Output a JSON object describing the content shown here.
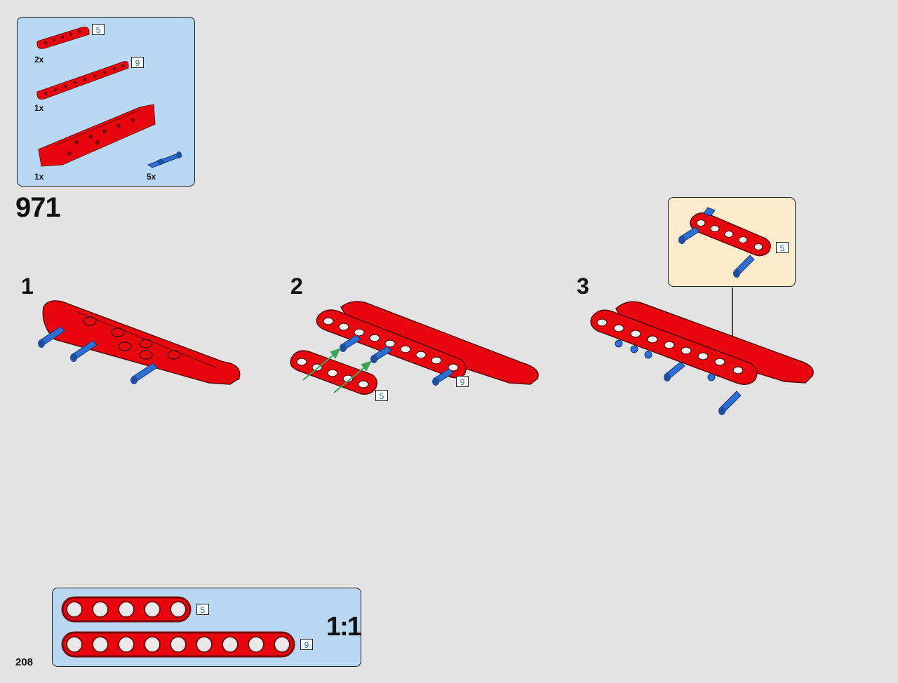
{
  "page": {
    "step_number": "971",
    "page_number": "208"
  },
  "parts_list": {
    "items": [
      {
        "qty": "2x",
        "length_label": "5"
      },
      {
        "qty": "1x",
        "length_label": "9"
      },
      {
        "qty": "1x"
      },
      {
        "qty": "5x"
      }
    ]
  },
  "substeps": [
    {
      "number": "1"
    },
    {
      "number": "2",
      "callouts": [
        "9",
        "5"
      ]
    },
    {
      "number": "3",
      "callout": "5"
    }
  ],
  "scale_panel": {
    "ratio": "1:1",
    "beams": [
      {
        "label": "5"
      },
      {
        "label": "9"
      }
    ]
  },
  "colors": {
    "beam_red": "#e8070e",
    "beam_dark": "#7a0a0a",
    "pin_blue": "#2e6fd1",
    "arrow_green": "#3aa55a",
    "panel_blue": "#b9d8f3",
    "panel_cream": "#fdeccb"
  }
}
